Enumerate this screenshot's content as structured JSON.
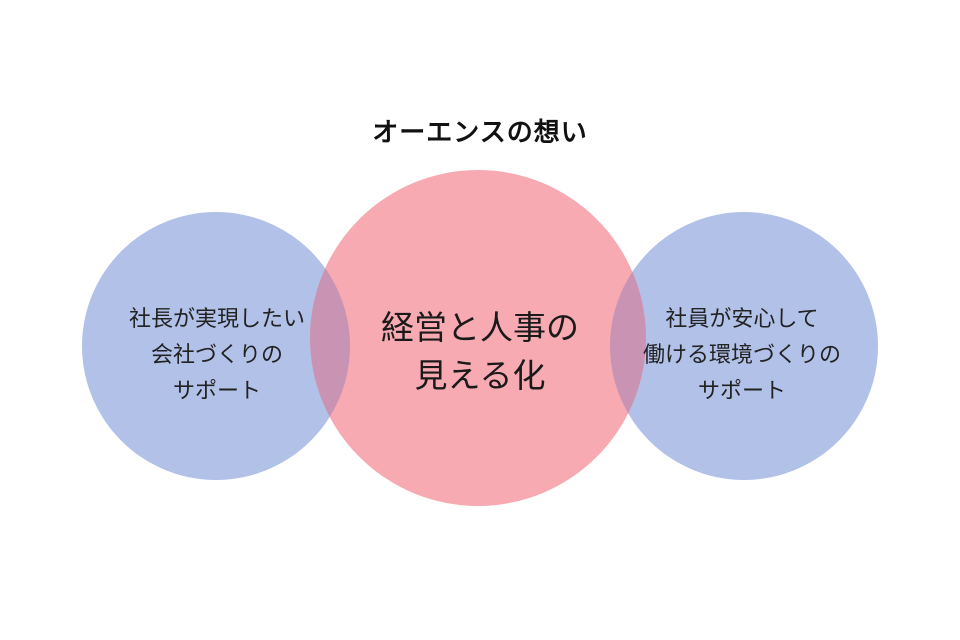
{
  "title": "オーエンスの想い",
  "colors": {
    "side_circle": "#b2c1e8",
    "center_circle": "#f7aab2",
    "overlap": "#c993b4"
  },
  "circles": {
    "left": {
      "lines": [
        "社長が実現したい",
        "会社づくりの",
        "サポート"
      ]
    },
    "center": {
      "lines": [
        "経営と人事の",
        "見える化"
      ]
    },
    "right": {
      "lines": [
        "社員が安心して",
        "働ける環境づくりの",
        "サポート"
      ]
    }
  }
}
